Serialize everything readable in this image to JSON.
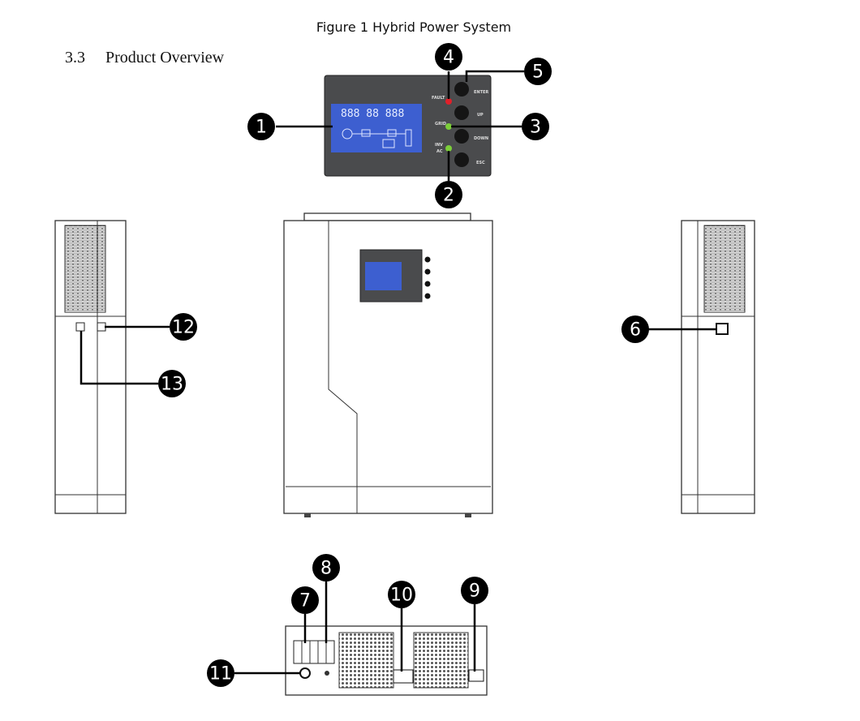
{
  "figure_caption": "Figure 1 Hybrid Power System",
  "section": {
    "number": "3.3",
    "title": "Product Overview"
  },
  "control_panel": {
    "labels": {
      "fault": "FAULT",
      "enter": "ENTER",
      "up": "UP",
      "grid": "GRID",
      "down": "DOWN",
      "inv": "INV",
      "ac": "AC",
      "esc": "ESC"
    },
    "colors": {
      "panel": "#4a4b4d",
      "lcd": "#3d5fd0",
      "fault_led": "#e0202a",
      "grid_led": "#7ccf3a",
      "inv_led": "#7ccf3a"
    }
  },
  "callouts": [
    "1",
    "2",
    "3",
    "4",
    "5",
    "6",
    "7",
    "8",
    "9",
    "10",
    "11",
    "12",
    "13"
  ]
}
